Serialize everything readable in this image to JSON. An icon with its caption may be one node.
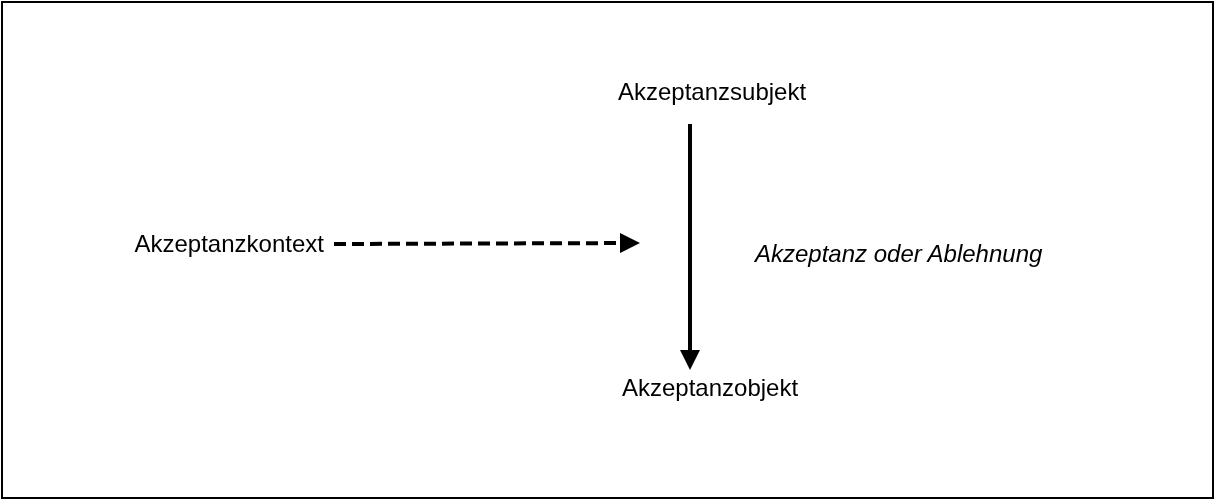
{
  "diagram": {
    "nodes": [
      {
        "text": [
          "Akzeptanzsubjekt"
        ]
      },
      {
        "text": [
          "Akzeptanzobjekt"
        ]
      },
      {
        "text": [
          "Akzeptanzkontext"
        ]
      }
    ],
    "edges": [
      {
        "from": 0,
        "to": 1,
        "arrow": "to",
        "label": "Akzeptanz oder Ablehnung"
      },
      {
        "from": 2,
        "to": null,
        "arrow": "to",
        "style": "dashed"
      }
    ]
  }
}
